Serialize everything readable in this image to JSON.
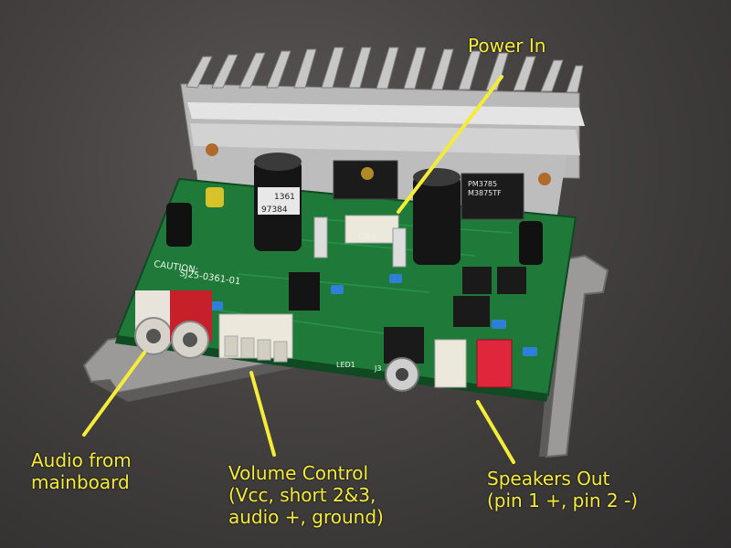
{
  "labels": {
    "power_in": "Power In",
    "audio": "Audio from\nmainboard",
    "volume": "Volume Control\n(Vcc, short 2&3,\naudio +, ground)",
    "speakers": "Speakers Out\n(pin 1 +, pin 2 -)"
  },
  "board_text": {
    "caution": "CAUTION:",
    "part_no": "SJ25-0361-01",
    "cn3": "CN3",
    "chip": "PM3785",
    "chip_sub": "M3875TF",
    "led": "LED1",
    "j3": "J3",
    "cap_label": "1361",
    "cap_label2": "97384"
  },
  "colors": {
    "annotation": "#f5ec3a",
    "pcb": "#1f7a3a",
    "heatsink": "#c9c9c9",
    "rca_red": "#c8202a",
    "rca_white": "#e8e4dc",
    "speaker_conn": "#e0263a"
  }
}
